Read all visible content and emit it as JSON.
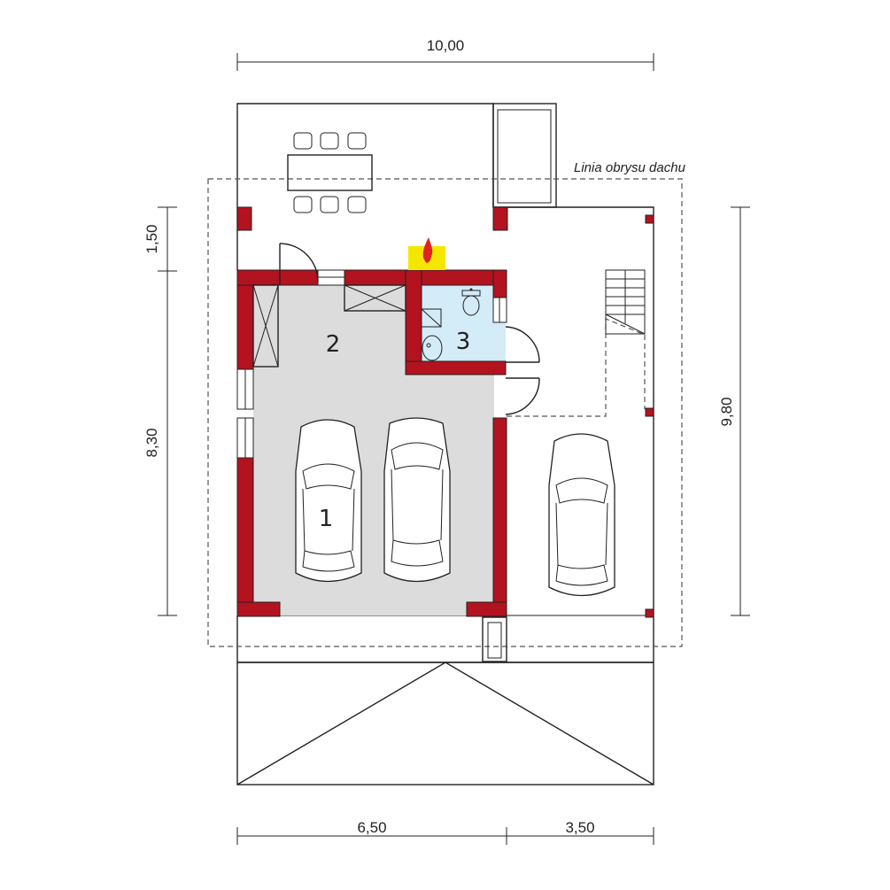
{
  "dimensions": {
    "top_width": "10,00",
    "left_upper": "1,50",
    "left_lower": "8,30",
    "right_height": "9,80",
    "bottom_left": "6,50",
    "bottom_right": "3,50"
  },
  "annotations": {
    "roof_outline": "Linia obrysu dachu"
  },
  "rooms": {
    "garage": "1",
    "utility": "2",
    "bathroom": "3"
  },
  "colors": {
    "wall": "#b3121f",
    "floor_garage": "#dcdcdc",
    "floor_bathroom": "#d4ebf8",
    "fireplace": "#f5e600",
    "flame": "#e2221f"
  },
  "icons": [
    "chair-icon",
    "table-icon",
    "car-icon",
    "toilet-icon",
    "sink-icon",
    "shower-icon",
    "stairs-icon",
    "fireplace-icon",
    "door-icon",
    "window-icon"
  ]
}
